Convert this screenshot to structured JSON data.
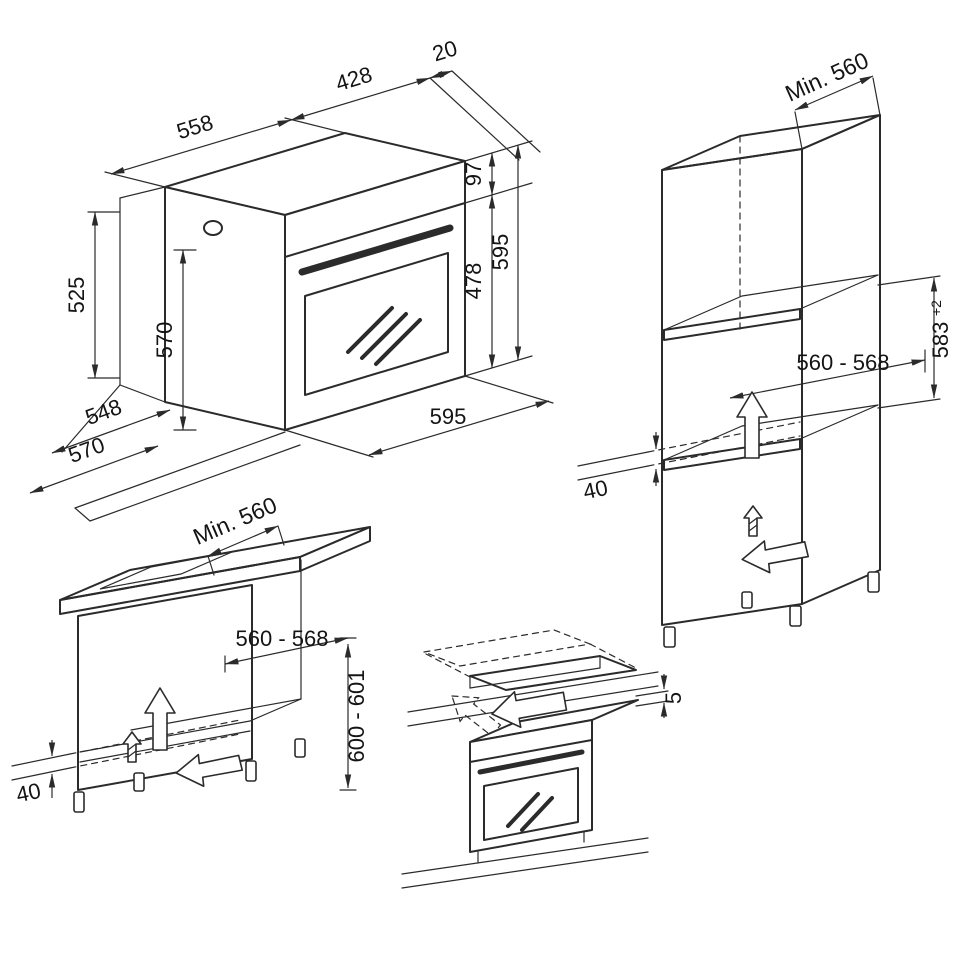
{
  "background": "#ffffff",
  "line_color": "#2b2b2b",
  "diagrams": {
    "oven": {
      "labels": {
        "top_width": "558",
        "top_depth": "428",
        "top_offset": "20",
        "panel_height": "97",
        "door_height": "478",
        "overall_height": "595",
        "niche_height": "525",
        "side_depth": "570",
        "floor_depth_inner": "548",
        "floor_depth_outer": "570",
        "front_width": "595"
      }
    },
    "tall_cabinet": {
      "labels": {
        "min_depth": "Min. 560",
        "recess_depth": "560 - 568",
        "recess_height": "583",
        "recess_height_tol": "+2",
        "vent_gap": "40"
      }
    },
    "base_cabinet": {
      "labels": {
        "min_depth": "Min. 560",
        "recess_depth": "560 - 568",
        "recess_height": "600 - 601",
        "vent_gap": "40"
      }
    },
    "worktop_insert": {
      "labels": {
        "top_gap": "5"
      }
    }
  }
}
